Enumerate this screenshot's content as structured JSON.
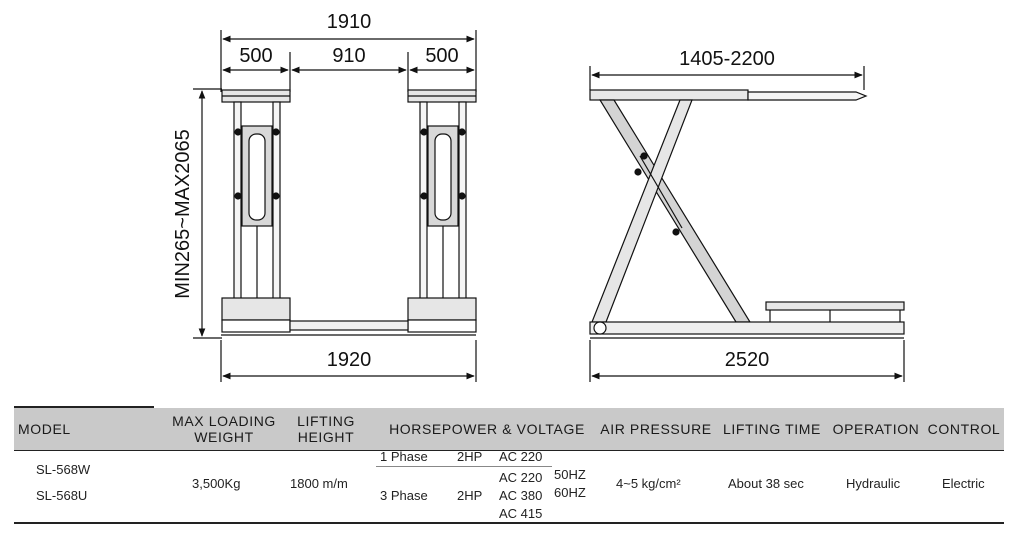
{
  "drawing": {
    "front": {
      "overall_width": "1910",
      "left_width": "500",
      "center_width": "910",
      "right_width": "500",
      "base_width": "1920",
      "height_range": "MIN265~MAX2065"
    },
    "side": {
      "platform_length": "1405-2200",
      "base_length": "2520"
    }
  },
  "table": {
    "headers": {
      "model": "MODEL",
      "max_loading_1": "MAX LOADING",
      "max_loading_2": "WEIGHT",
      "lifting_1": "LIFTING",
      "lifting_2": "HEIGHT",
      "horsepower": "HORSEPOWER & VOLTAGE",
      "air": "AIR PRESSURE",
      "time": "LIFTING TIME",
      "operation": "OPERATION",
      "control": "CONTROL"
    },
    "models": [
      "SL-568W",
      "SL-568U"
    ],
    "max_loading": "3,500Kg",
    "lifting_height": "1800 m/m",
    "phase_rows": [
      {
        "phase": "1 Phase",
        "hp": "2HP",
        "voltages": [
          "AC 220"
        ]
      },
      {
        "phase": "3 Phase",
        "hp": "2HP",
        "voltages": [
          "AC 220",
          "AC 380",
          "AC 415"
        ]
      }
    ],
    "frequencies": [
      "50HZ",
      "60HZ"
    ],
    "air_pressure": "4~5 kg/cm²",
    "lifting_time": "About 38 sec",
    "operation": "Hydraulic",
    "control": "Electric"
  }
}
